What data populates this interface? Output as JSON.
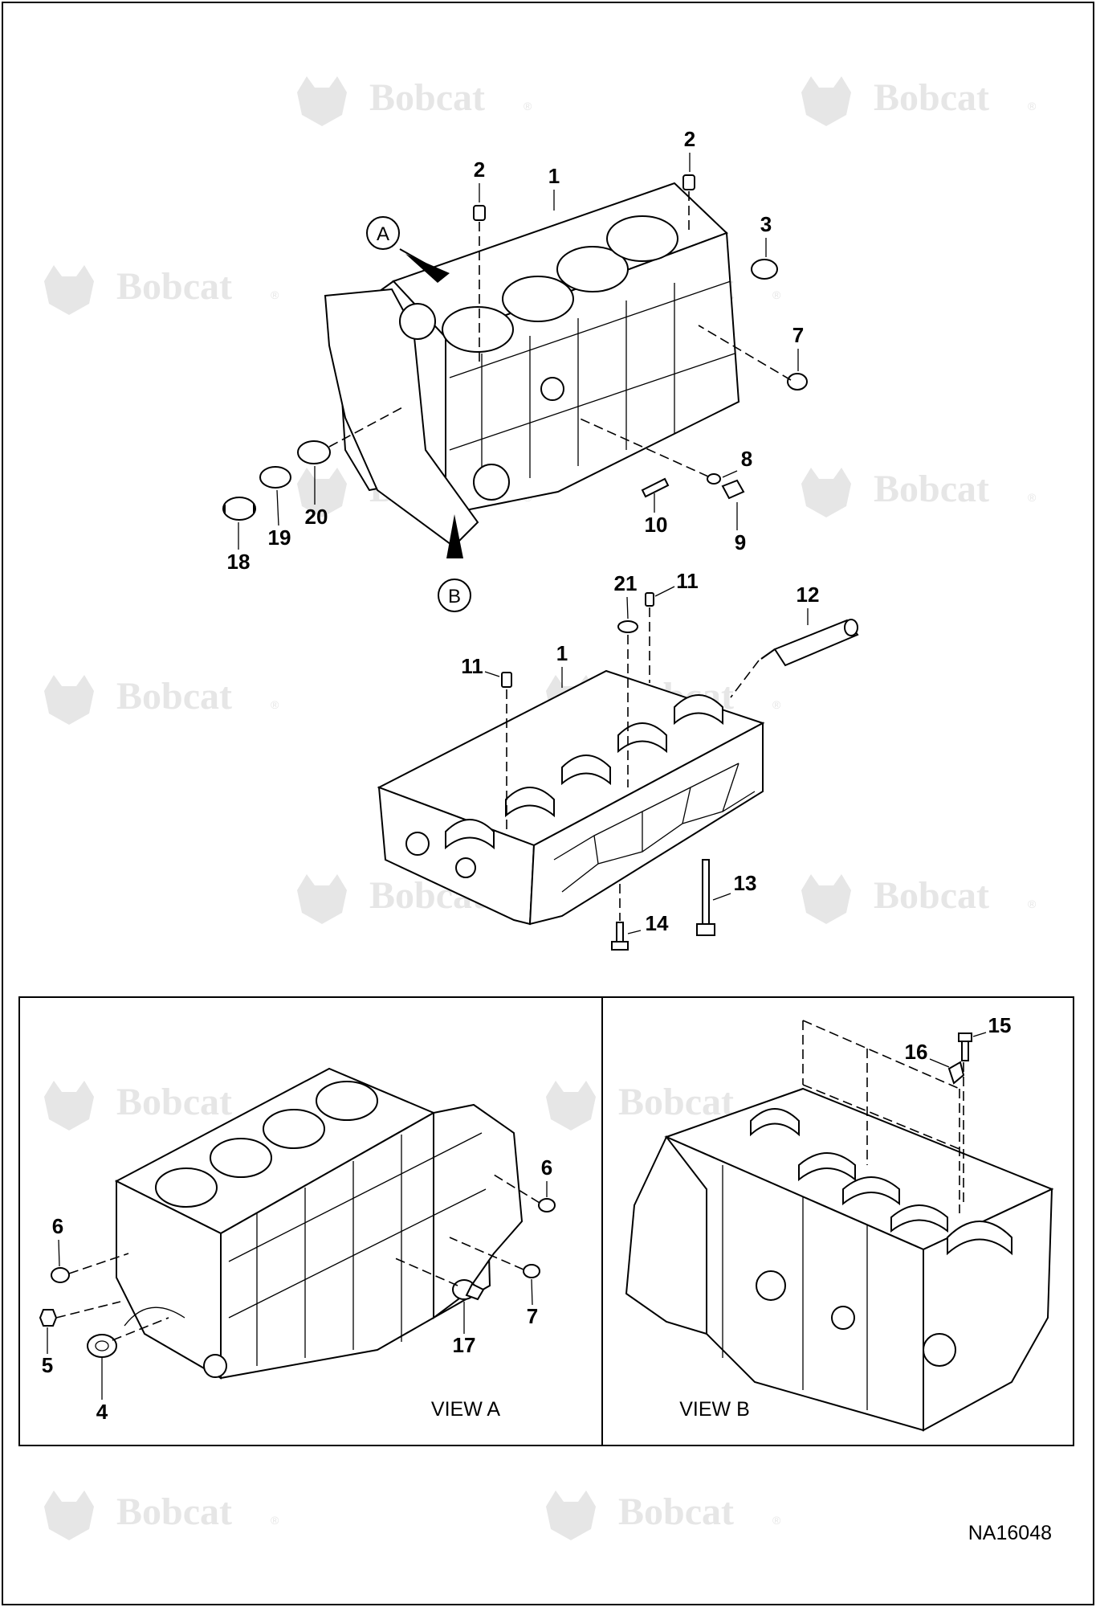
{
  "brand": {
    "watermark_word": "Bobcat",
    "registered_mark": "®"
  },
  "drawing_number": "NA16048",
  "view_markers": {
    "a": "A",
    "b": "B"
  },
  "callouts": {
    "c1_top": "1",
    "c2_left": "2",
    "c2_right": "2",
    "c3": "3",
    "c7_top": "7",
    "c8": "8",
    "c9": "9",
    "c10": "10",
    "c18": "18",
    "c19": "19",
    "c20": "20",
    "c21": "21",
    "c11_top": "11",
    "c12": "12",
    "c11_left": "11",
    "c1_mid": "1",
    "c13": "13",
    "c14": "14",
    "c6_right": "6",
    "c6_left": "6",
    "c7_viewa": "7",
    "c17": "17",
    "c5": "5",
    "c4": "4",
    "c15": "15",
    "c16": "16"
  },
  "panels": {
    "view_a": {
      "caption": "VIEW A"
    },
    "view_b": {
      "caption": "VIEW B"
    }
  },
  "colors": {
    "line": "#000000",
    "watermark": "#e6e6e6",
    "background": "#ffffff"
  }
}
